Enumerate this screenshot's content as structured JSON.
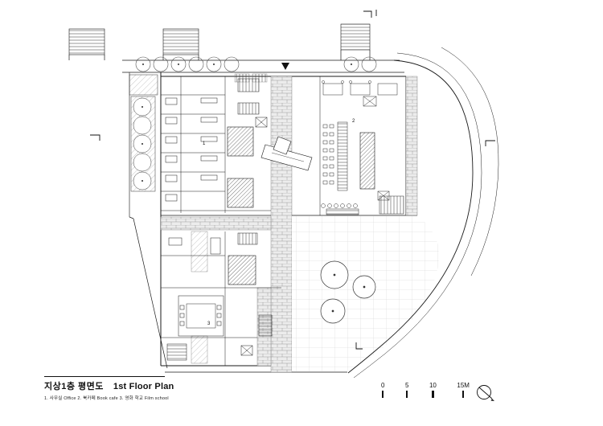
{
  "title_block": {
    "title_ko": "지상1층 평면도",
    "title_en": "1st Floor Plan",
    "legend": "1. 사무실 Office   2. 북카페 Book cafe   3. 영화 학교 Film school"
  },
  "scale_bar": {
    "labels": [
      "0",
      "5",
      "10",
      "15M"
    ]
  },
  "plan": {
    "room_numbers": [
      "1",
      "2",
      "3"
    ]
  },
  "colors": {
    "ink": "#1a1a1a",
    "paper": "#ffffff",
    "hatch_dark": "#3c3c3c",
    "hatch_light": "#8f8f8f",
    "paving": "#c9c9c9"
  }
}
